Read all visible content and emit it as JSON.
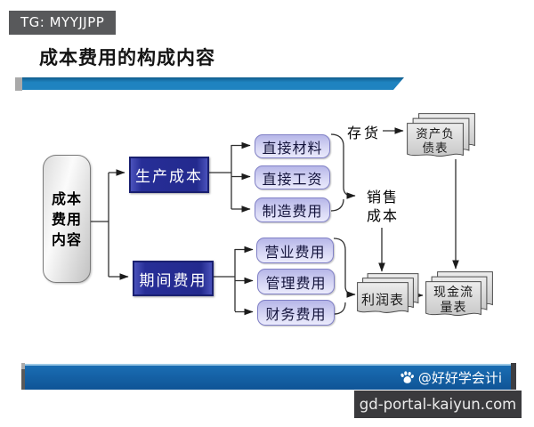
{
  "title": "成本费用的构成内容",
  "watermark": {
    "top": "TG: MYYJJPP",
    "bottom": "gd-portal-kaiyun.com"
  },
  "footer": {
    "credit": "@好好学会计i"
  },
  "diagram": {
    "root": {
      "lines": [
        "成本",
        "费用",
        "内容"
      ]
    },
    "branches": [
      {
        "label": "生产成本",
        "children": [
          "直接材料",
          "直接工资",
          "制造费用"
        ]
      },
      {
        "label": "期间费用",
        "children": [
          "营业费用",
          "管理费用",
          "财务费用"
        ]
      }
    ],
    "flow_labels": {
      "inventory": "存货",
      "cost_of_sales_lines": [
        "销售",
        "成本"
      ]
    },
    "documents": {
      "balance_sheet": {
        "lines": [
          "资产负",
          "债表"
        ]
      },
      "income_statement": {
        "lines": [
          "利润表"
        ]
      },
      "cash_flow": {
        "lines": [
          "现金流",
          "量表"
        ]
      }
    }
  },
  "colors": {
    "accent_ribbon_blue": "#1f83c0",
    "node_blue": "#272e97",
    "node_purple": "#c9c9ee",
    "node_gray": "#d9d9d9",
    "footer_blue": "#15609f",
    "badge_gray": "#58595b",
    "badge_dark": "#3a3a3d"
  }
}
